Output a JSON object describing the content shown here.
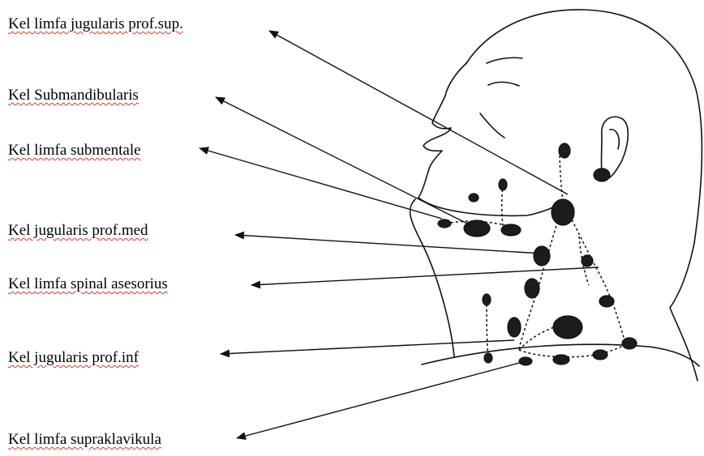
{
  "labels": [
    "Kel limfa jugularis prof.sup.",
    "Kel  Submandibularis",
    "Kel limfa submentale",
    "Kel jugularis prof.med",
    "Kel limfa spinal asesorius",
    "Kel jugularis prof.inf",
    "Kel limfa supraklavikula"
  ],
  "colors": {
    "ink": "#111111",
    "spellcheck_underline": "#d33a2c",
    "background": "#ffffff"
  }
}
